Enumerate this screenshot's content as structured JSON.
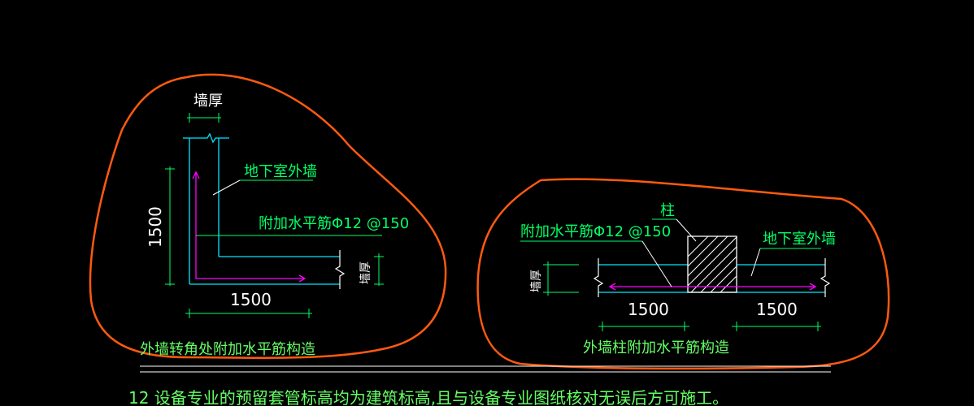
{
  "colors": {
    "background": "#000000",
    "wall": "#00e5ff",
    "dimension": "#00ff66",
    "rebar": "#ff00ff",
    "cloud": "#ff5a0f",
    "title": "#66ff66",
    "text_white": "#ffffff"
  },
  "left_detail": {
    "wall_thickness_label": "墙厚",
    "exterior_wall_label": "地下室外墙",
    "rebar_label": "附加水平筋Φ12 @150",
    "vertical_dim": "1500",
    "horizontal_dim": "1500",
    "thickness_label": "墙厚",
    "title": "外墙转角处附加水平筋构造"
  },
  "right_detail": {
    "column_label": "柱",
    "rebar_label": "附加水平筋Φ12 @150",
    "exterior_wall_label": "地下室外墙",
    "thickness_label": "墙厚",
    "left_dim": "1500",
    "right_dim": "1500",
    "title": "外墙柱附加水平筋构造"
  },
  "note": "12  设备专业的预留套管标高均为建筑标高,且与设备专业图纸核对无误后方可施工。"
}
